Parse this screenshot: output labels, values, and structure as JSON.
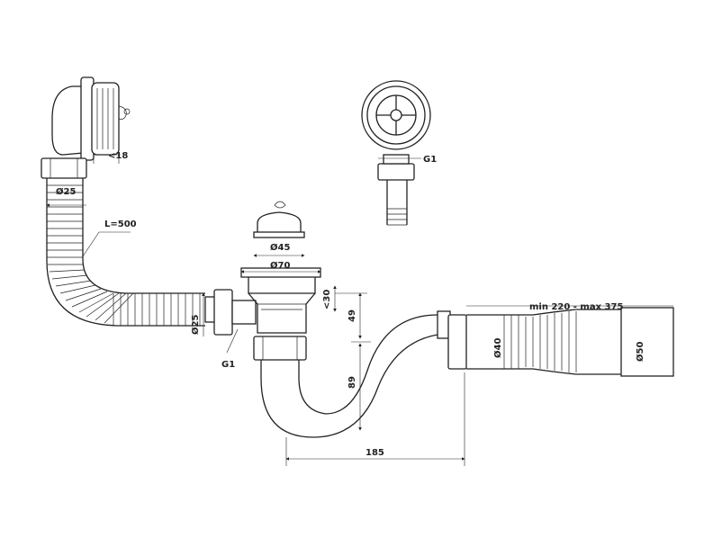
{
  "colors": {
    "line": "#222222",
    "background": "#ffffff"
  },
  "labels": {
    "d25_top": "Ø25",
    "d25_side": "Ø25",
    "len500": "L=500",
    "lt18": "<18",
    "g1_top": "G1",
    "g1_left": "G1",
    "d45": "Ø45",
    "d70": "Ø70",
    "lt30": "<30",
    "h49": "49",
    "h89": "89",
    "w185": "185",
    "hose_range": "min 220 - max 375",
    "d40": "Ø40",
    "d50": "Ø50"
  }
}
